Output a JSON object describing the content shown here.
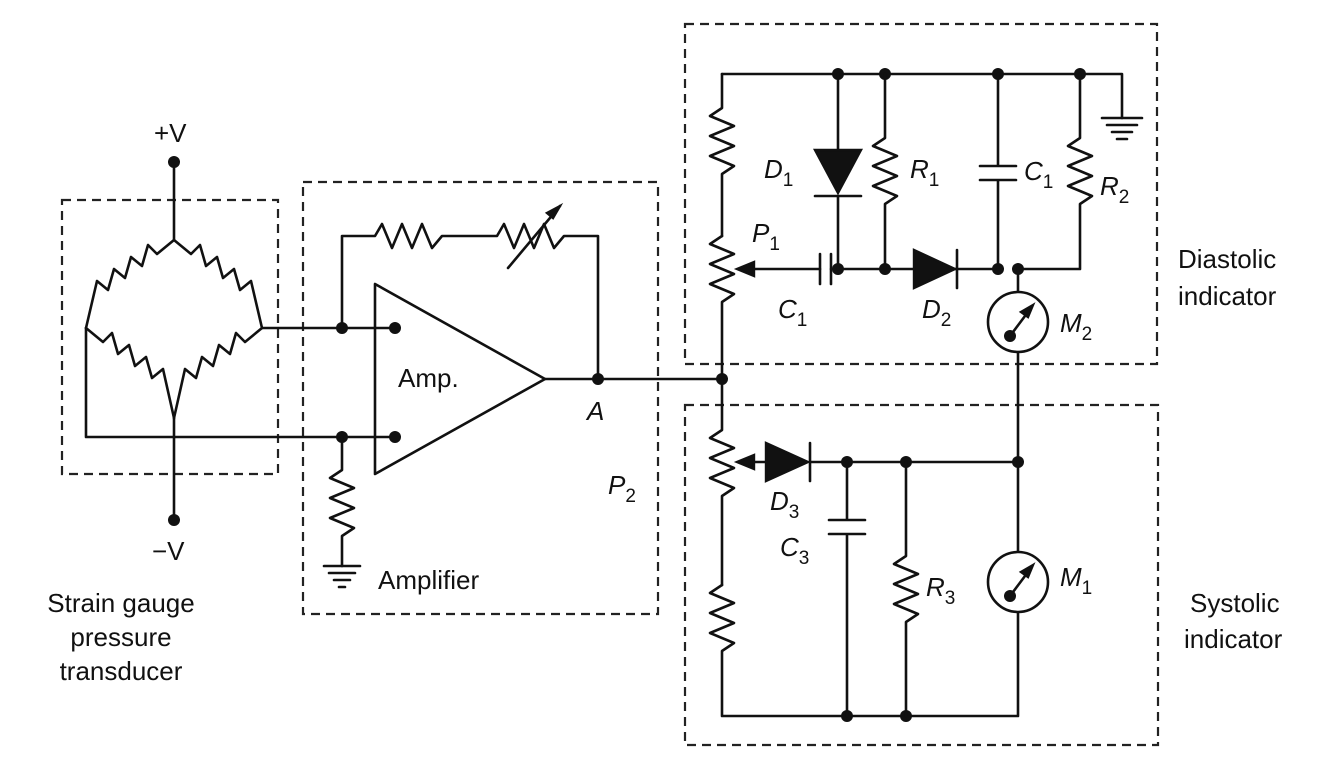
{
  "supply": {
    "positive": "+V",
    "negative": "−V"
  },
  "transducer": {
    "caption_line1": "Strain gauge",
    "caption_line2": "pressure",
    "caption_line3": "transducer"
  },
  "amplifier": {
    "symbol_label": "Amp.",
    "caption": "Amplifier",
    "output_node": "A",
    "pot_name": "P",
    "pot_sub": "2"
  },
  "diastolic": {
    "caption_line1": "Diastolic",
    "caption_line2": "indicator",
    "d1": {
      "name": "D",
      "sub": "1"
    },
    "r1": {
      "name": "R",
      "sub": "1"
    },
    "c1_top": {
      "name": "C",
      "sub": "1"
    },
    "r2": {
      "name": "R",
      "sub": "2"
    },
    "p1": {
      "name": "P",
      "sub": "1"
    },
    "c1_series": {
      "name": "C",
      "sub": "1"
    },
    "d2": {
      "name": "D",
      "sub": "2"
    },
    "m2": {
      "name": "M",
      "sub": "2"
    }
  },
  "systolic": {
    "caption_line1": "Systolic",
    "caption_line2": "indicator",
    "d3": {
      "name": "D",
      "sub": "3"
    },
    "c3": {
      "name": "C",
      "sub": "3"
    },
    "r3": {
      "name": "R",
      "sub": "3"
    },
    "m1": {
      "name": "M",
      "sub": "1"
    }
  },
  "colors": {
    "ink": "#111111",
    "background": "#ffffff"
  }
}
